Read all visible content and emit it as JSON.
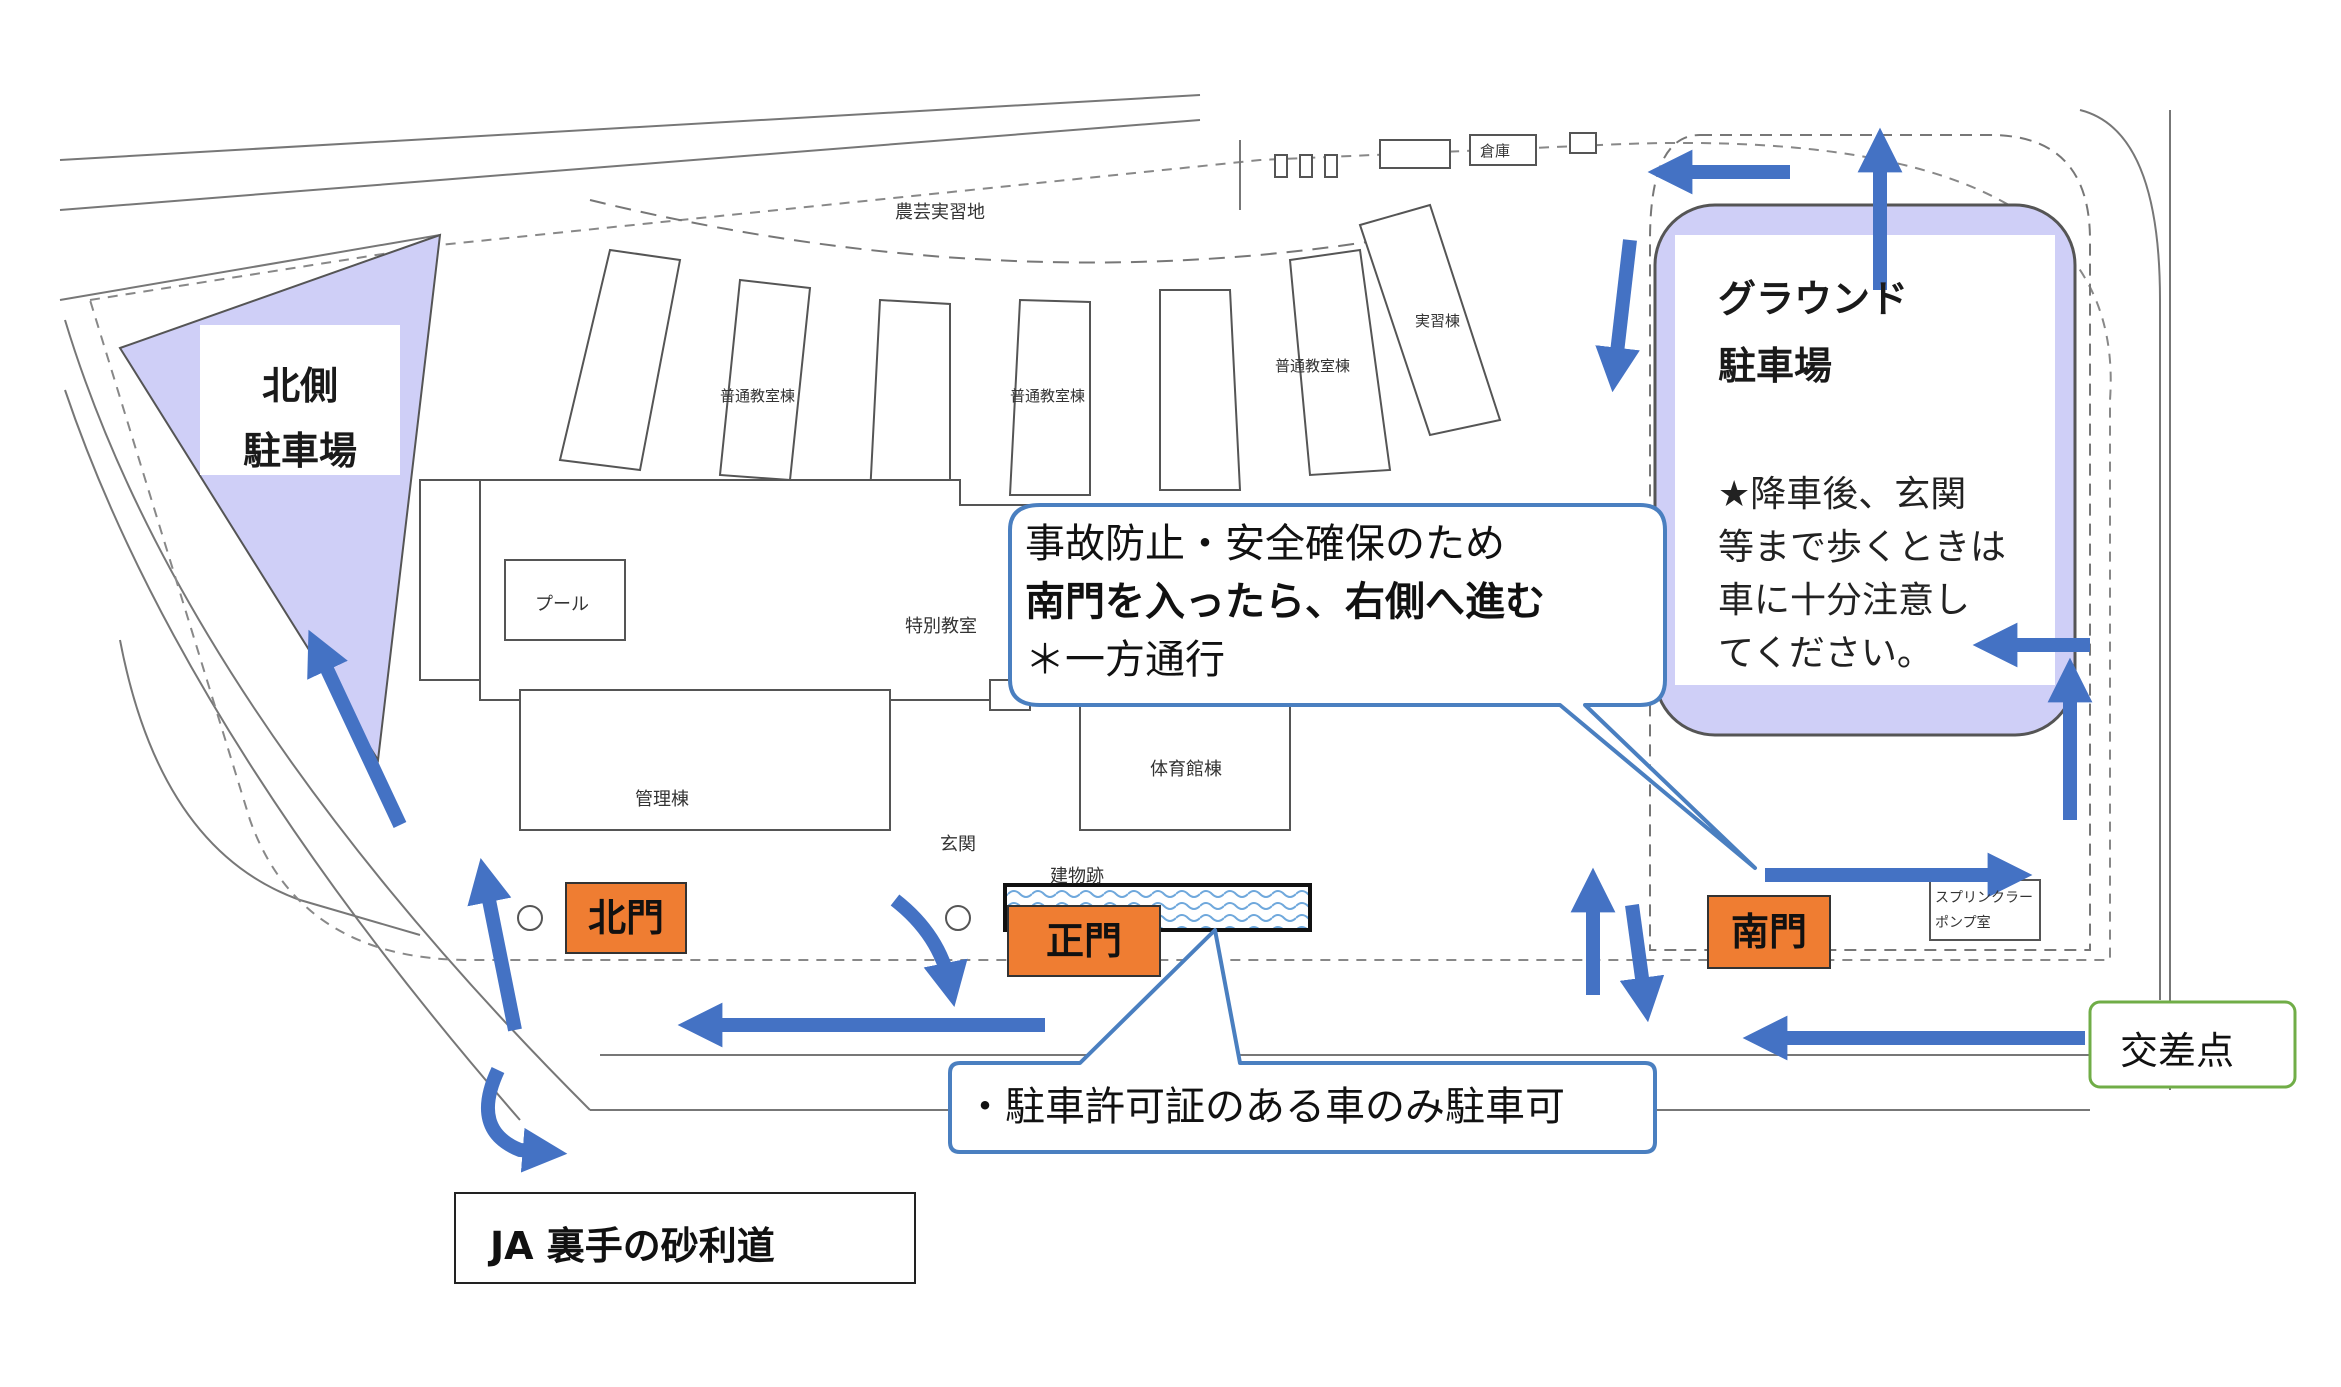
{
  "areas": {
    "north_parking": {
      "line1": "北側",
      "line2": "駐車場"
    },
    "ground_parking": {
      "line1": "グラウンド",
      "line2": "駐車場",
      "note": [
        "★降車後、玄関",
        "等まで歩くときは",
        "車に十分注意し",
        "てください。"
      ]
    }
  },
  "gates": {
    "north": "北門",
    "main": "正門",
    "south": "南門"
  },
  "callouts": {
    "safety": [
      "事故防止・安全確保のため",
      "南門を入ったら、右側へ進む",
      "＊一方通行"
    ],
    "parking_permit": "・駐車許可証のある車のみ駐車可"
  },
  "places": {
    "intersection": "交差点",
    "gravel_road": "JA 裏手の砂利道"
  },
  "buildings": {
    "farm": "農芸実習地",
    "pool": "プール",
    "admin": "管理棟",
    "gym": "体育館棟",
    "special": "特別教室",
    "entrance": "玄関",
    "lecture1": "普通教室棟",
    "lecture2": "普通教室棟",
    "lecture3": "普通教室棟",
    "lab": "実習棟",
    "shed": "倉庫",
    "ruins": "建物跡",
    "pump": [
      "スプリンクラー",
      "ポンプ室"
    ]
  },
  "colors": {
    "arrow": "#4472c4",
    "parking_fill": "#cfcff7",
    "gate": "#ef7d32",
    "callout_border": "#4a7fc0",
    "intersection_border": "#70ad47"
  }
}
